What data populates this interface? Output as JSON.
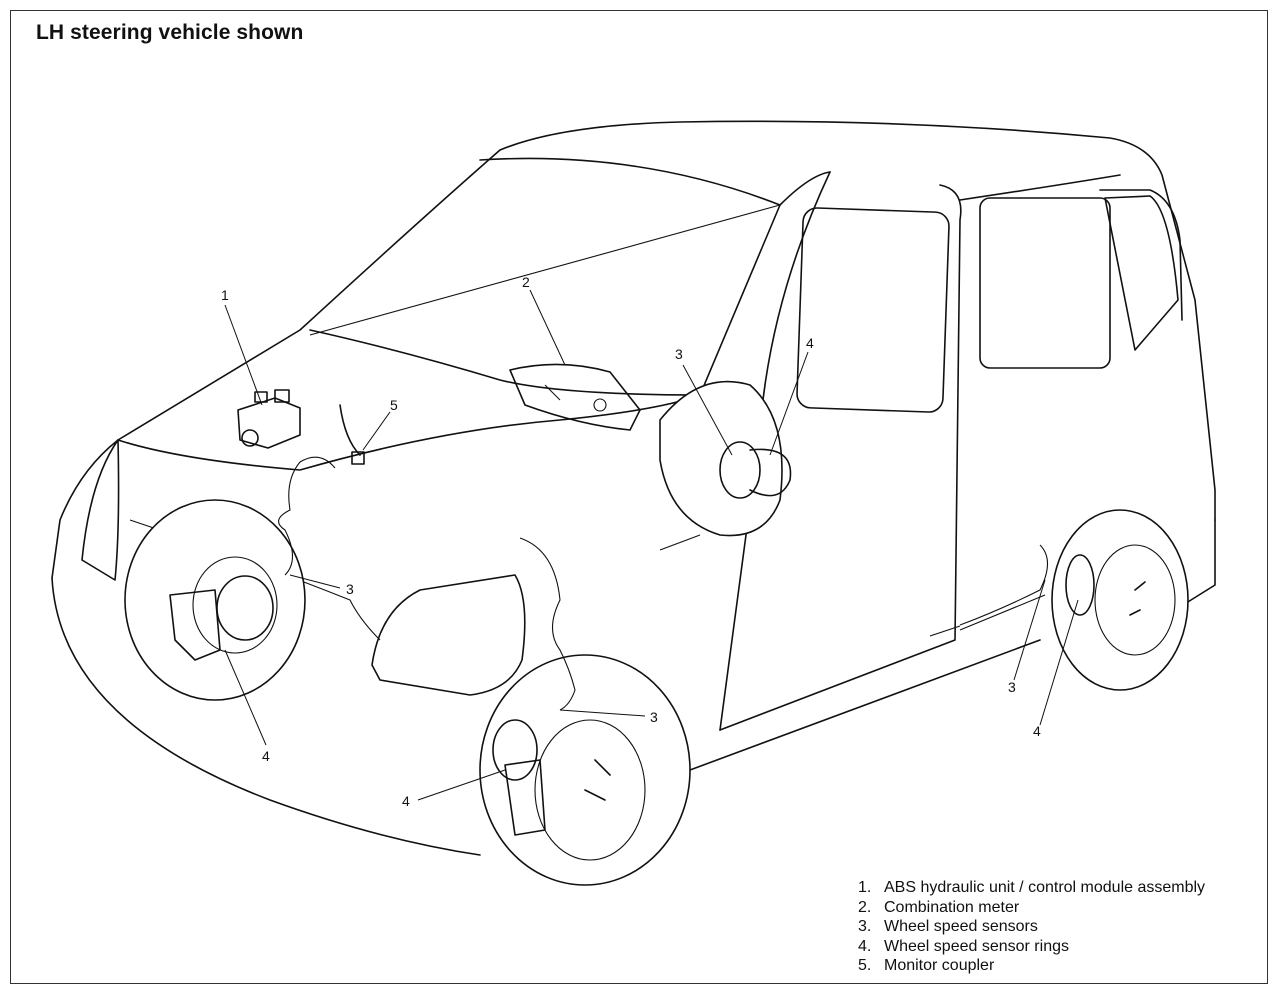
{
  "title": "LH steering vehicle shown",
  "callouts": {
    "abs_unit": "1",
    "combination_meter": "2",
    "sensor_rear_right": "3",
    "ring_rear_right": "4",
    "coupler": "5",
    "sensor_front_left": "3",
    "ring_front_left": "4",
    "sensor_front_right": "3",
    "ring_front_right": "4",
    "sensor_rear_left": "3",
    "ring_rear_left": "4"
  },
  "legend": [
    {
      "num": "1.",
      "text": "ABS hydraulic unit / control module assembly"
    },
    {
      "num": "2.",
      "text": "Combination meter"
    },
    {
      "num": "3.",
      "text": "Wheel speed sensors"
    },
    {
      "num": "4.",
      "text": "Wheel speed sensor rings"
    },
    {
      "num": "5.",
      "text": "Monitor coupler"
    }
  ]
}
